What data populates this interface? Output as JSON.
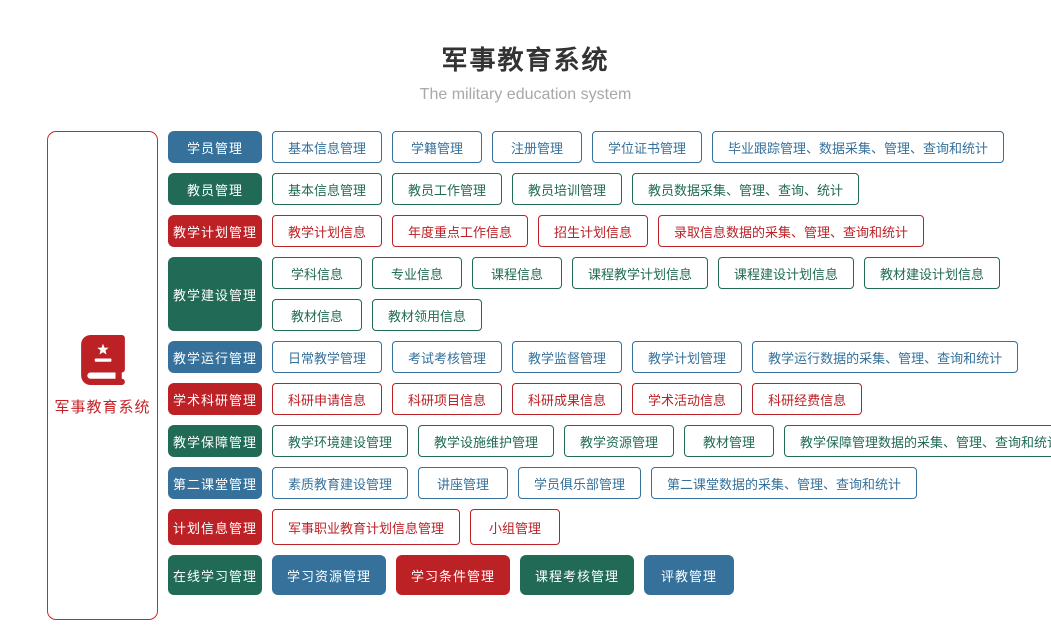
{
  "header": {
    "title": "军事教育系统",
    "subtitle": "The military education system"
  },
  "root": {
    "label": "军事教育系统",
    "icon": "book-star-icon"
  },
  "colors": {
    "blue": "#35719b",
    "green": "#216a55",
    "red": "#bc2126",
    "root_border": "#d42626",
    "root_text": "#c62328",
    "outline_blue_border": "#b5d2e6",
    "outline_green_border": "#bcd8cc",
    "outline_red_border": "#f2bfc1",
    "title_text": "#333333",
    "subtitle_text": "#a8a8a8"
  },
  "rows": [
    {
      "category": {
        "label": "学员管理",
        "color": "blue"
      },
      "style": "outline",
      "size": "normal",
      "lines": [
        [
          {
            "label": "基本信息管理"
          },
          {
            "label": "学籍管理"
          },
          {
            "label": "注册管理"
          },
          {
            "label": "学位证书管理"
          },
          {
            "label": "毕业跟踪管理、数据采集、管理、查询和统计"
          }
        ]
      ]
    },
    {
      "category": {
        "label": "教员管理",
        "color": "green"
      },
      "style": "outline",
      "size": "normal",
      "lines": [
        [
          {
            "label": "基本信息管理"
          },
          {
            "label": "教员工作管理"
          },
          {
            "label": "教员培训管理"
          },
          {
            "label": "教员数据采集、管理、查询、统计"
          }
        ]
      ]
    },
    {
      "category": {
        "label": "教学计划管理",
        "color": "red"
      },
      "style": "outline",
      "size": "normal",
      "lines": [
        [
          {
            "label": "教学计划信息"
          },
          {
            "label": "年度重点工作信息"
          },
          {
            "label": "招生计划信息"
          },
          {
            "label": "录取信息数据的采集、管理、查询和统计"
          }
        ]
      ]
    },
    {
      "category": {
        "label": "教学建设管理",
        "color": "green"
      },
      "style": "outline",
      "size": "normal",
      "lines": [
        [
          {
            "label": "学科信息"
          },
          {
            "label": "专业信息"
          },
          {
            "label": "课程信息"
          },
          {
            "label": "课程教学计划信息"
          },
          {
            "label": "课程建设计划信息"
          },
          {
            "label": "教材建设计划信息"
          }
        ],
        [
          {
            "label": "教材信息"
          },
          {
            "label": "教材领用信息"
          }
        ]
      ]
    },
    {
      "category": {
        "label": "教学运行管理",
        "color": "blue"
      },
      "style": "outline",
      "size": "normal",
      "lines": [
        [
          {
            "label": "日常教学管理"
          },
          {
            "label": "考试考核管理"
          },
          {
            "label": "教学监督管理"
          },
          {
            "label": "教学计划管理"
          },
          {
            "label": "教学运行数据的采集、管理、查询和统计"
          }
        ]
      ]
    },
    {
      "category": {
        "label": "学术科研管理",
        "color": "red"
      },
      "style": "outline",
      "size": "normal",
      "lines": [
        [
          {
            "label": "科研申请信息"
          },
          {
            "label": "科研项目信息"
          },
          {
            "label": "科研成果信息"
          },
          {
            "label": "学术活动信息"
          },
          {
            "label": "科研经费信息"
          }
        ]
      ]
    },
    {
      "category": {
        "label": "教学保障管理",
        "color": "green"
      },
      "style": "outline",
      "size": "normal",
      "lines": [
        [
          {
            "label": "教学环境建设管理"
          },
          {
            "label": "教学设施维护管理"
          },
          {
            "label": "教学资源管理"
          },
          {
            "label": "教材管理"
          },
          {
            "label": "教学保障管理数据的采集、管理、查询和统计"
          }
        ]
      ]
    },
    {
      "category": {
        "label": "第二课堂管理",
        "color": "blue"
      },
      "style": "outline",
      "size": "normal",
      "lines": [
        [
          {
            "label": "素质教育建设管理"
          },
          {
            "label": "讲座管理"
          },
          {
            "label": "学员俱乐部管理"
          },
          {
            "label": "第二课堂数据的采集、管理、查询和统计"
          }
        ]
      ]
    },
    {
      "category": {
        "label": "计划信息管理",
        "color": "red"
      },
      "style": "outline",
      "size": "tall",
      "lines": [
        [
          {
            "label": "军事职业教育计划信息管理"
          },
          {
            "label": "小组管理"
          }
        ]
      ]
    },
    {
      "category": {
        "label": "在线学习管理",
        "color": "green"
      },
      "style": "solid",
      "size": "xl",
      "lines": [
        [
          {
            "label": "学习资源管理",
            "color": "blue"
          },
          {
            "label": "学习条件管理",
            "color": "red"
          },
          {
            "label": "课程考核管理",
            "color": "green"
          },
          {
            "label": "评教管理",
            "color": "blue"
          }
        ]
      ]
    }
  ]
}
